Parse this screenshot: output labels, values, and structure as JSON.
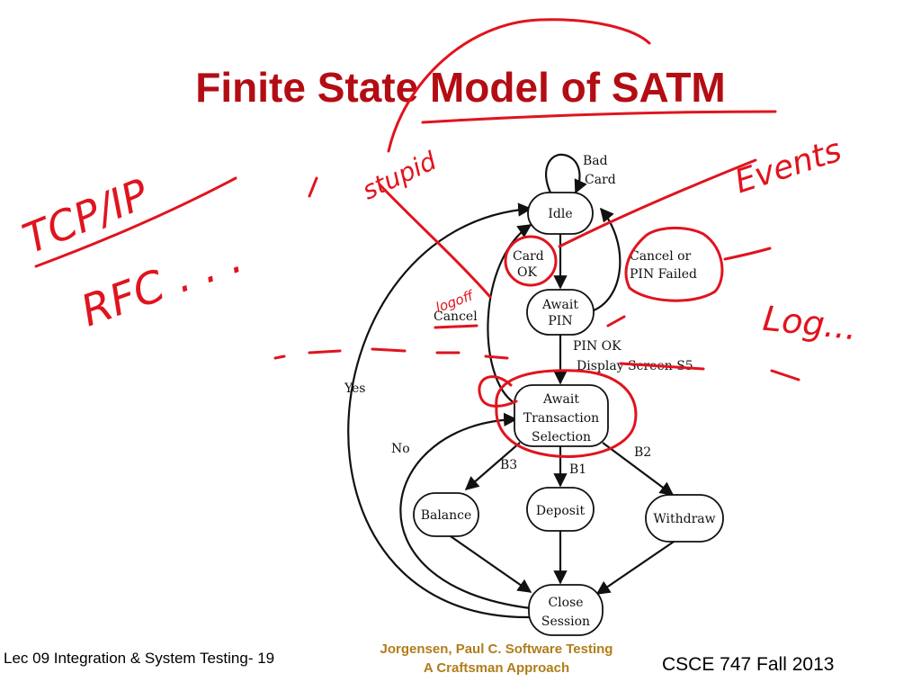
{
  "title": "Finite State Model of SATM",
  "footer": {
    "left": "Lec 09 Integration & System Testing- 19",
    "center_line1": "Jorgensen, Paul C. Software Testing",
    "center_line2": "A Craftsman Approach",
    "right": "CSCE 747 Fall 2013"
  },
  "nodes": {
    "idle": "Idle",
    "await_pin_1": "Await",
    "await_pin_2": "PIN",
    "await_txn_1": "Await",
    "await_txn_2": "Transaction",
    "await_txn_3": "Selection",
    "balance": "Balance",
    "deposit": "Deposit",
    "withdraw": "Withdraw",
    "close_1": "Close",
    "close_2": "Session"
  },
  "edges": {
    "bad_card_1": "Bad",
    "bad_card_2": "Card",
    "card_ok_1": "Card",
    "card_ok_2": "OK",
    "cancel_fail_1": "Cancel or",
    "cancel_fail_2": "PIN Failed",
    "cancel": "Cancel",
    "pin_ok_1": "PIN OK",
    "pin_ok_2": "Display Screen S5",
    "yes": "Yes",
    "no": "No",
    "b1": "B1",
    "b2": "B2",
    "b3": "B3"
  },
  "annotations": {
    "tcpip": "TCP/IP",
    "rfc": "RFC . . .",
    "stupid": "stupid",
    "events": "Events",
    "login": "Log...",
    "logoff": "logoff"
  }
}
